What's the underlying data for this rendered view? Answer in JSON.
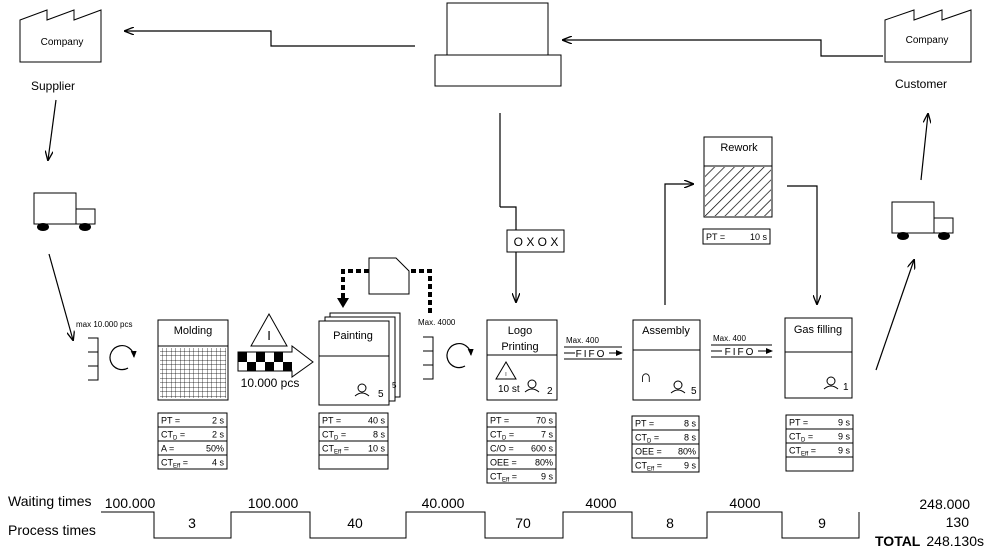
{
  "supplier": {
    "box_label": "Company",
    "label": "Supplier"
  },
  "customer": {
    "box_label": "Company",
    "label": "Customer"
  },
  "molding_buffer": "max 10.000 pcs",
  "painting_buffer": "Max. 4000",
  "push_label": "10.000 pcs",
  "inventory_mark": "I",
  "kanban": "O X O X",
  "fifo_1": {
    "max": "Max. 400",
    "label": "FIFO"
  },
  "fifo_2": {
    "max": "Max. 400",
    "label": "FIFO"
  },
  "rework": {
    "title": "Rework",
    "pt_label": "PT =",
    "pt_value": "10 s"
  },
  "processes": [
    {
      "name": "Molding",
      "operators": "",
      "data": [
        [
          "PT =",
          "2 s"
        ],
        [
          "CT",
          "D",
          " =",
          "2 s"
        ],
        [
          "A =",
          "50%"
        ],
        [
          "CT",
          "Eff",
          " =",
          "4 s"
        ]
      ]
    },
    {
      "name": "Painting",
      "operators": "5",
      "data": [
        [
          "PT =",
          "40 s"
        ],
        [
          "CT",
          "D",
          " =",
          "8 s"
        ],
        [
          "CT",
          "Eff",
          " =",
          "10 s"
        ],
        [
          "",
          ""
        ]
      ]
    },
    {
      "name": "Logo Printing",
      "line1": "Logo",
      "line2": "Printing",
      "operators": "2",
      "local_inventory": "10 st",
      "data": [
        [
          "PT =",
          "70 s"
        ],
        [
          "CT",
          "D",
          " =",
          "7 s"
        ],
        [
          "C/O =",
          "600 s"
        ],
        [
          "OEE =",
          "80%"
        ],
        [
          "CT",
          "Eff",
          " =",
          "9 s"
        ]
      ]
    },
    {
      "name": "Assembly",
      "operators": "5",
      "symbol": "∩",
      "data": [
        [
          "PT =",
          "8 s"
        ],
        [
          "CT",
          "D",
          " =",
          "8 s"
        ],
        [
          "OEE =",
          "80%"
        ],
        [
          "CT",
          "Eff",
          " =",
          "9 s"
        ]
      ]
    },
    {
      "name": "Gas filling",
      "operators": "1",
      "data": [
        [
          "PT =",
          "9 s"
        ],
        [
          "CT",
          "D",
          " =",
          "9 s"
        ],
        [
          "CT",
          "Eff",
          " =",
          "9 s"
        ],
        [
          "",
          ""
        ]
      ]
    }
  ],
  "timeline": {
    "waiting_label": "Waiting times",
    "process_label": "Process times",
    "waiting": [
      "100.000",
      "100.000",
      "40.000",
      "4000",
      "4000"
    ],
    "process": [
      "3",
      "40",
      "70",
      "8",
      "9"
    ],
    "waiting_total": "248.000",
    "process_total": "130",
    "total_label": "TOTAL",
    "total_value": "248.130s"
  }
}
